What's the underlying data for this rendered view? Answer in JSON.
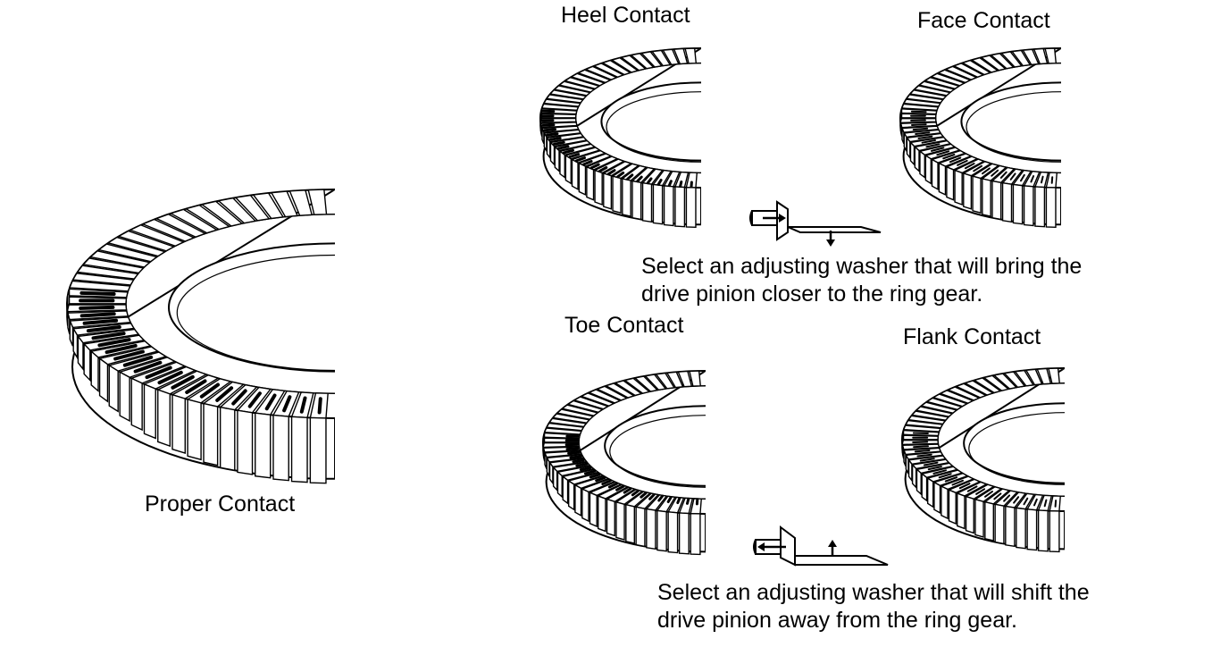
{
  "labels": {
    "proper": "Proper Contact",
    "heel": "Heel Contact",
    "face": "Face Contact",
    "toe": "Toe Contact",
    "flank": "Flank Contact"
  },
  "notes": {
    "closer_line1": "Select an adjusting washer that will bring the",
    "closer_line2": "drive pinion closer to the ring gear.",
    "away_line1": "Select an adjusting washer that will shift the",
    "away_line2": "drive pinion away from the ring gear."
  },
  "diagram_icons": {
    "gears": [
      "proper-contact-gear",
      "heel-contact-gear",
      "face-contact-gear",
      "toe-contact-gear",
      "flank-contact-gear"
    ],
    "pinion_symbols": [
      "pinion-closer-arrows",
      "pinion-away-arrows"
    ]
  }
}
